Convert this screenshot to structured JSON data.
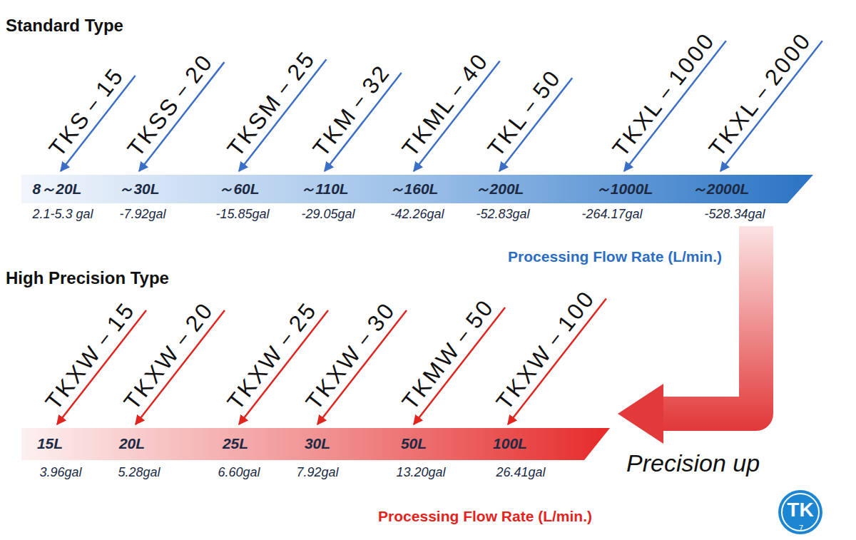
{
  "diagram": {
    "nodes": [
      {
        "text": [
          "Standard Type",
          "8～20L",
          "2.1-5.3 gal",
          "～30L",
          "-7.92gal",
          "～60L",
          "-15.85gal",
          "～110L",
          "-29.05gal",
          "～160L",
          "-42.26gal",
          "～200L",
          "-52.83gal",
          "～1000L",
          "-264.17gal",
          "～2000L",
          "-528.34gal"
        ]
      },
      {
        "text": [
          "High Precision Type",
          "15L",
          "3.96gal",
          "20L",
          "5.28gal",
          "25L",
          "6.60gal",
          "30L",
          "7.92gal",
          "50L",
          "13.20gal",
          "100L",
          "26.41gal"
        ]
      }
    ],
    "edges": [
      {
        "from": 0,
        "to": 1,
        "arrow": "to",
        "label": "Precision up"
      }
    ],
    "labels": [
      "TKS－15",
      "TKSS－20",
      "TKSM－25",
      "TKM－32",
      "TKML－40",
      "TKL－50",
      "TKXL－1000",
      "TKXL－2000",
      "TKXW－15",
      "TKXW－20",
      "TKXW－25",
      "TKXW－30",
      "TKMW－50",
      "TKXW－100",
      "Processing Flow Rate (L/min.)",
      "Processing Flow Rate (L/min.)",
      "TK",
      "7"
    ]
  }
}
